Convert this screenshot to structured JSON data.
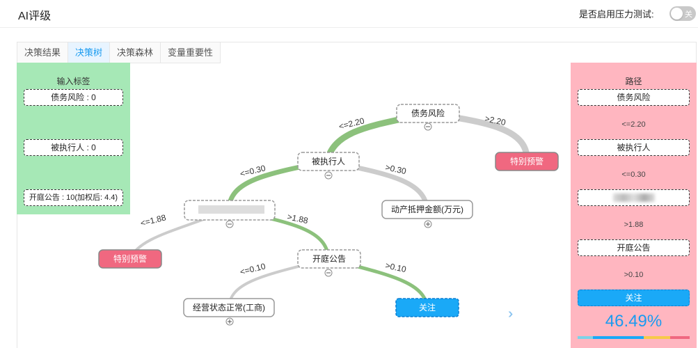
{
  "header": {
    "title": "AI评级",
    "stress_test_label": "是否启用压力测试:",
    "toggle_label": "关"
  },
  "tabs": [
    {
      "label": "决策结果",
      "active": false
    },
    {
      "label": "决策树",
      "active": true
    },
    {
      "label": "决策森林",
      "active": false
    },
    {
      "label": "变量重要性",
      "active": false
    }
  ],
  "input_tags": {
    "title": "输入标签",
    "items": [
      "债务风险 : 0",
      "被执行人 : 0",
      "开庭公告 : 10(加权后: 4.4)"
    ]
  },
  "path": {
    "title": "路径",
    "steps": [
      {
        "node": "债务风险",
        "cond": "<=2.20"
      },
      {
        "node": "被执行人",
        "cond": "<=0.30"
      },
      {
        "node": "",
        "cond": ">1.88"
      },
      {
        "node": "开庭公告",
        "cond": ">0.10"
      }
    ],
    "result": "关注",
    "percent": "46.49%",
    "colors": {
      "result": "#1aa9f7",
      "percent": "#1a9bf0"
    }
  },
  "tree": {
    "nodes": {
      "root": "债务风险",
      "n1": "被执行人",
      "leaf1": "特别预警",
      "n2": "",
      "n3": "动产抵押金额(万元)",
      "leaf2": "特别预警",
      "n4": "开庭公告",
      "n5": "经营状态正常(工商)",
      "leaf3": "关注"
    },
    "edges": {
      "root_left": "<=2.20",
      "root_right": ">2.20",
      "n1_left": "<=0.30",
      "n1_right": ">0.30",
      "n2_left": "<=1.88",
      "n2_right": ">1.88",
      "n4_left": "<=0.10",
      "n4_right": ">0.10"
    },
    "colors": {
      "path": "#8cc17c",
      "other": "#cccccc",
      "warning": "#f06880",
      "focus": "#1aa9f7"
    }
  }
}
